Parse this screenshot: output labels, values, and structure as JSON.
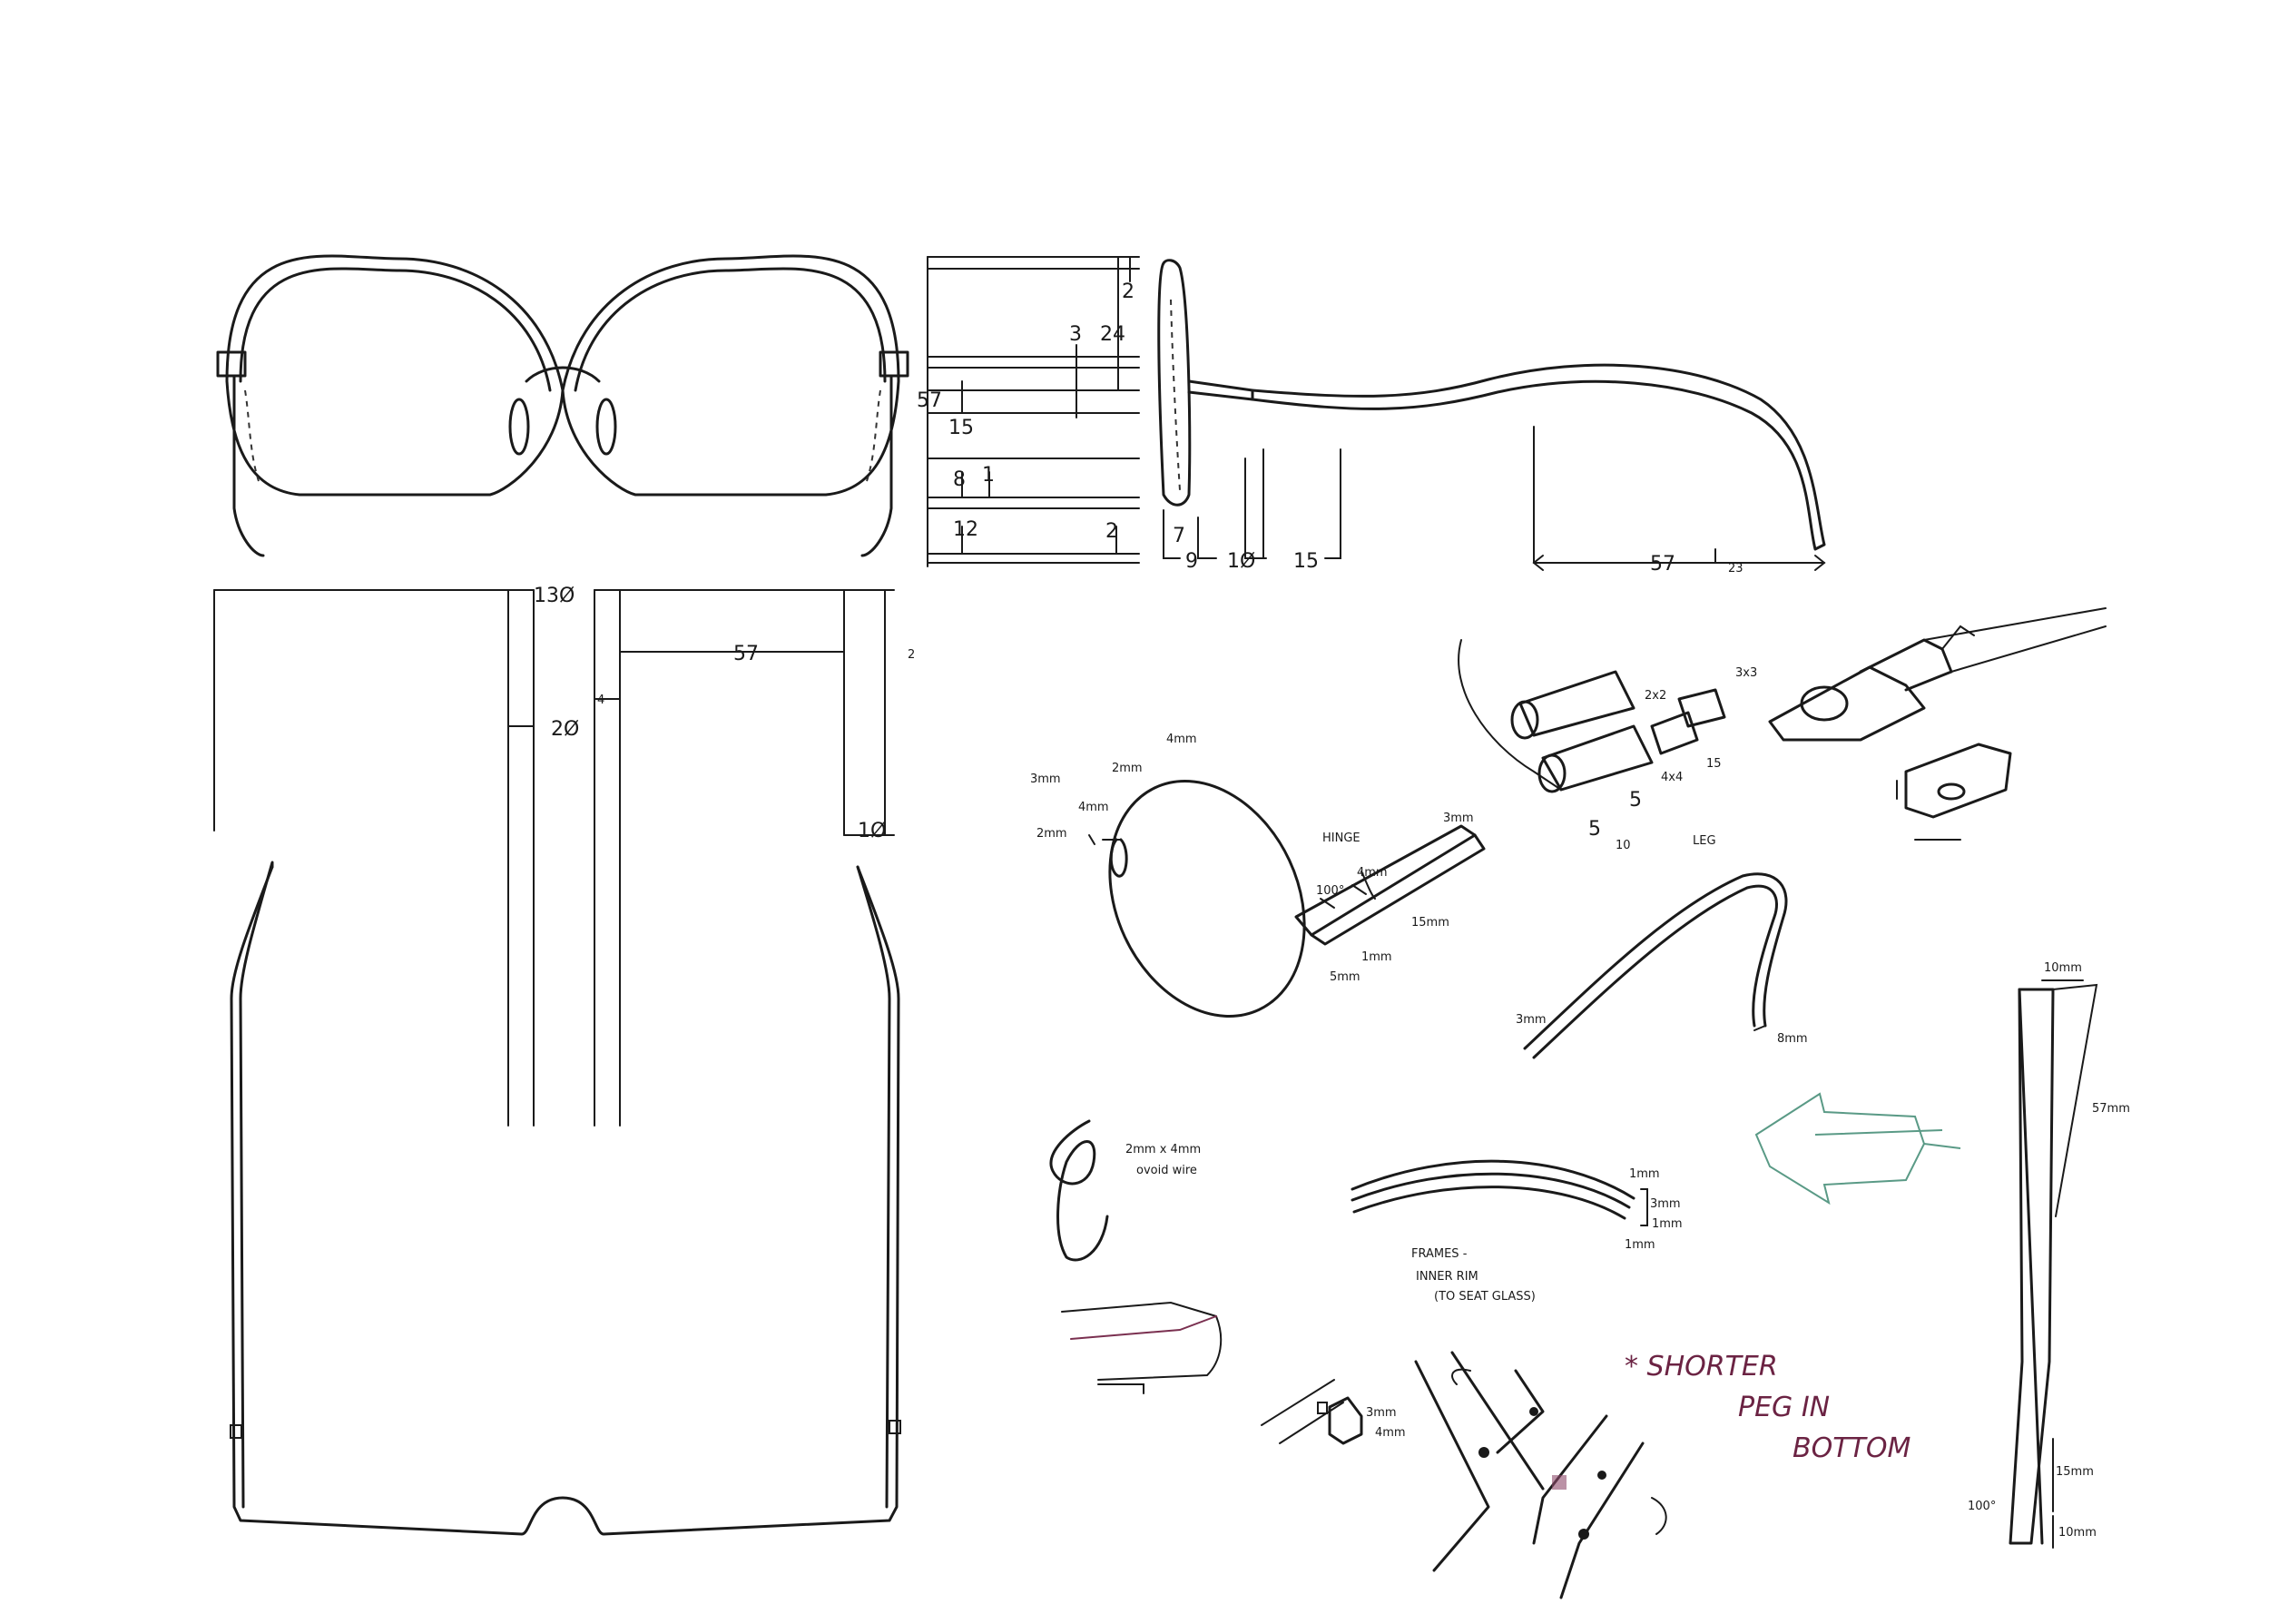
{
  "front": {
    "dims": {
      "d2": "2",
      "d24": "24",
      "d3": "3",
      "d57": "57",
      "d15": "15",
      "d8": "8",
      "d1": "1",
      "d12": "12",
      "d2b": "2",
      "b7": "7",
      "b9": "9",
      "b10": "1Ø",
      "b15": "15"
    }
  },
  "side": {
    "d57": "57",
    "d23": "23"
  },
  "top": {
    "d130": "13Ø",
    "d20": "2Ø",
    "d4": "4",
    "d57": "57",
    "d2": "2",
    "d10": "1Ø"
  },
  "rim": {
    "n4mm_a": "4mm",
    "n2mm_a": "2mm",
    "n3mm_a": "3mm",
    "n4mm_b": "4mm",
    "n2mm_b": "2mm",
    "hinge": "HINGE",
    "n100": "100°",
    "n4mm_c": "4mm",
    "n3mm_b": "3mm",
    "n15mm": "15mm",
    "n1mm": "1mm",
    "n5mm": "5mm"
  },
  "leg": {
    "n3x3": "3x3",
    "n2x2": "2x2",
    "n4x4": "4x4",
    "n15": "15",
    "n5a": "5",
    "n5b": "5",
    "n10": "10",
    "label": "LEG"
  },
  "temple": {
    "n3mm": "3mm",
    "n8mm": "8mm"
  },
  "wire": {
    "line1": "2mm x 4mm",
    "line2": "ovoid wire"
  },
  "frames": {
    "n1a": "1mm",
    "n3": "3mm",
    "n1b": "1mm",
    "n1c": "1mm",
    "line1": "FRAMES -",
    "line2": "INNER RIM",
    "line3": "(TO SEAT GLASS)"
  },
  "hinge": {
    "n3mm": "3mm",
    "n4mm": "4mm"
  },
  "notes": {
    "shorter": "* SHORTER",
    "peg1": "PEG IN",
    "peg2": "BOTTOM"
  },
  "arm": {
    "n10": "10mm",
    "n57": "57mm",
    "n15": "15mm",
    "n100": "100°",
    "n10b": "10mm"
  },
  "colors": {
    "ink": "#1a1a1a",
    "magenta": "#6b2343",
    "teal": "#5a9a86"
  }
}
